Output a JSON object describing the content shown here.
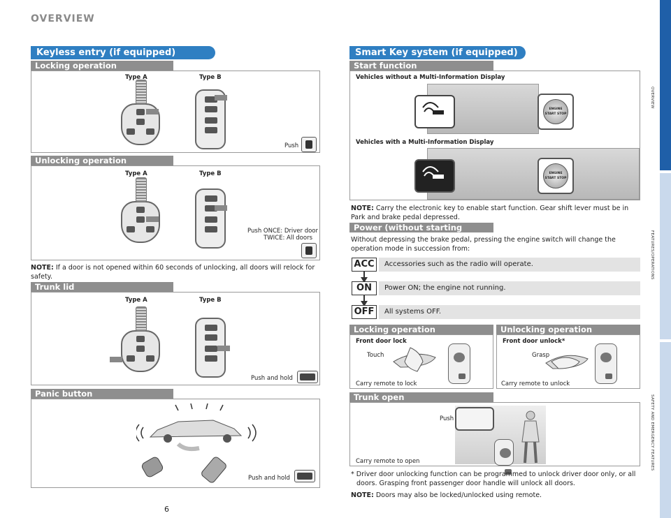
{
  "header": {
    "title": "OVERVIEW"
  },
  "left": {
    "banner": "Keyless entry (if equipped)",
    "locking": {
      "title": "Locking operation",
      "type_a": "Type A",
      "type_b": "Type B",
      "push": "Push"
    },
    "unlocking": {
      "title": "Unlocking operation",
      "type_a": "Type A",
      "type_b": "Type B",
      "push_line1": "Push  ONCE: Driver door",
      "push_line2": "TWICE: All doors"
    },
    "note_label": "NOTE:",
    "note_text": " If a door is not opened within 60 seconds of unlocking, all doors will relock for safety.",
    "trunk": {
      "title": "Trunk lid",
      "type_a": "Type A",
      "type_b": "Type B",
      "push_hold": "Push and hold"
    },
    "panic": {
      "title": "Panic button",
      "push_hold": "Push and hold"
    }
  },
  "right": {
    "banner": "Smart Key system (if equipped)",
    "start": {
      "title": "Start function",
      "without_mid": "Vehicles without a Multi-Information Display",
      "with_mid": "Vehicles with a Multi-Information Display",
      "button_text": "ENGINE START STOP"
    },
    "note1_label": "NOTE:",
    "note1_text": " Carry the electronic key to enable start function. Gear shift lever must be in Park and brake pedal depressed.",
    "power": {
      "title": "Power (without starting engine)",
      "desc": "Without depressing the brake pedal, pressing the engine switch will change the operation mode in succession from:",
      "modes": [
        {
          "code": "ACC",
          "text": "Accessories such as the radio will operate."
        },
        {
          "code": "ON",
          "text": "Power ON; the engine not running."
        },
        {
          "code": "OFF",
          "text": "All systems OFF."
        }
      ]
    },
    "lock_op": {
      "title": "Locking operation",
      "sub": "Front door lock",
      "touch": "Touch",
      "caption": "Carry remote to lock"
    },
    "unlock_op": {
      "title": "Unlocking operation",
      "sub": "Front door unlock*",
      "grasp": "Grasp",
      "caption": "Carry remote to unlock"
    },
    "trunk_open": {
      "title": "Trunk open",
      "push": "Push",
      "caption": "Carry remote to open"
    },
    "footnote": "* Driver door unlocking function can be programmed to unlock driver door only, or all doors. Grasping front passenger door handle will unlock all doors.",
    "note2_label": "NOTE:",
    "note2_text": " Doors may also be locked/unlocked using remote."
  },
  "page_number": "6",
  "side_tabs": [
    "OVERVIEW",
    "FEATURES/OPERATIONS",
    "SAFETY AND EMERGENCY FEATURES"
  ],
  "colors": {
    "accent": "#2f7fc2",
    "sub_banner": "#8e8e8e",
    "tab_active": "#1f5fa8",
    "tab_inactive": "#c9d9ec"
  }
}
